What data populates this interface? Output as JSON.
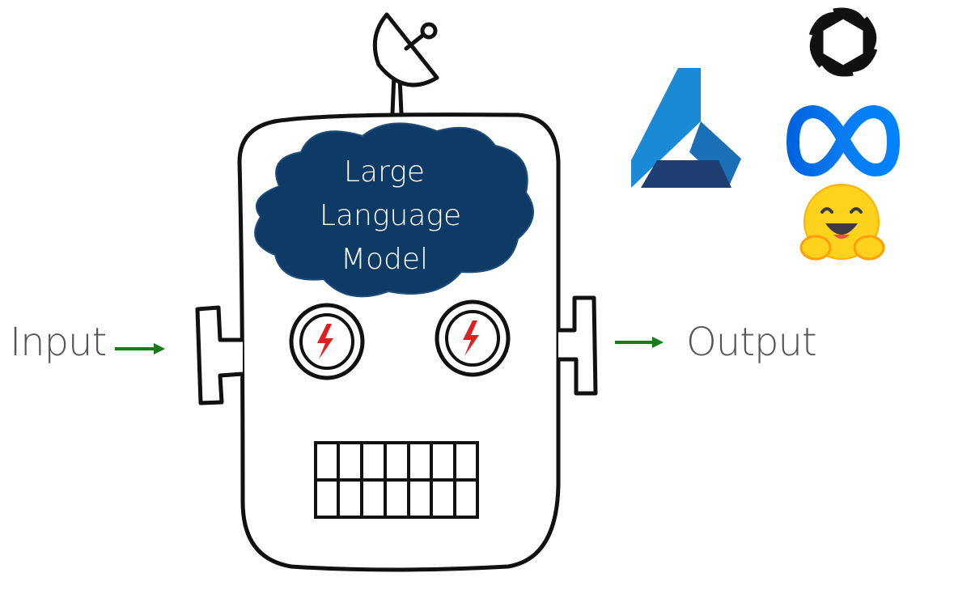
{
  "input_label": "Input",
  "output_label": "Output",
  "model_title": {
    "line1": "Large",
    "line2": "Language",
    "line3": "Model"
  },
  "colors": {
    "cloud": "#0d3b66",
    "arrow": "#1a7a1a",
    "bolt": "#e02020",
    "outline": "#111111"
  },
  "logos": [
    "openai-logo",
    "azure-ml-logo",
    "meta-logo",
    "hugging-face-logo"
  ]
}
